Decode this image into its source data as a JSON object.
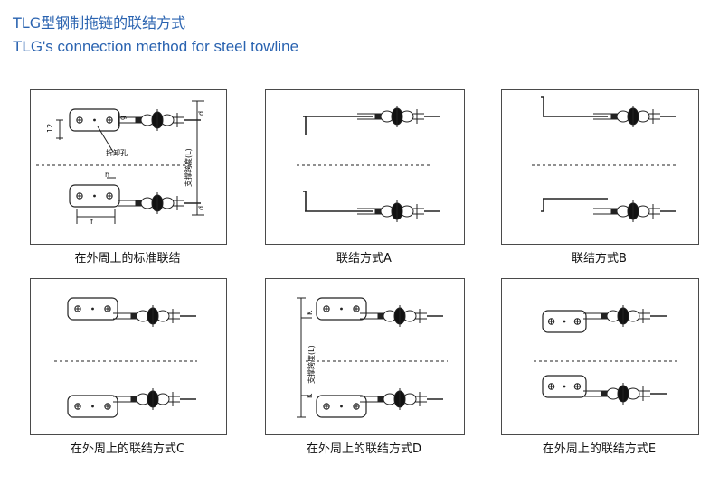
{
  "title_cn": "TLG型钢制拖链的联结方式",
  "title_en": "TLG's connection method for steel towline",
  "panels": [
    {
      "caption": "在外周上的标准联结",
      "labels": {
        "dim_12": "12",
        "g": "g",
        "h": "h",
        "f": "f",
        "dismount": "拆卸孔",
        "span": "支撑跨度(L)",
        "d1": "d",
        "d2": "d"
      }
    },
    {
      "caption": "联结方式A"
    },
    {
      "caption": "联结方式B"
    },
    {
      "caption": "在外周上的联结方式C"
    },
    {
      "caption": "在外周上的联结方式D",
      "labels": {
        "k1": "K",
        "k2": "K",
        "span": "支撑跨度(L)"
      }
    },
    {
      "caption": "在外周上的联结方式E"
    }
  ]
}
